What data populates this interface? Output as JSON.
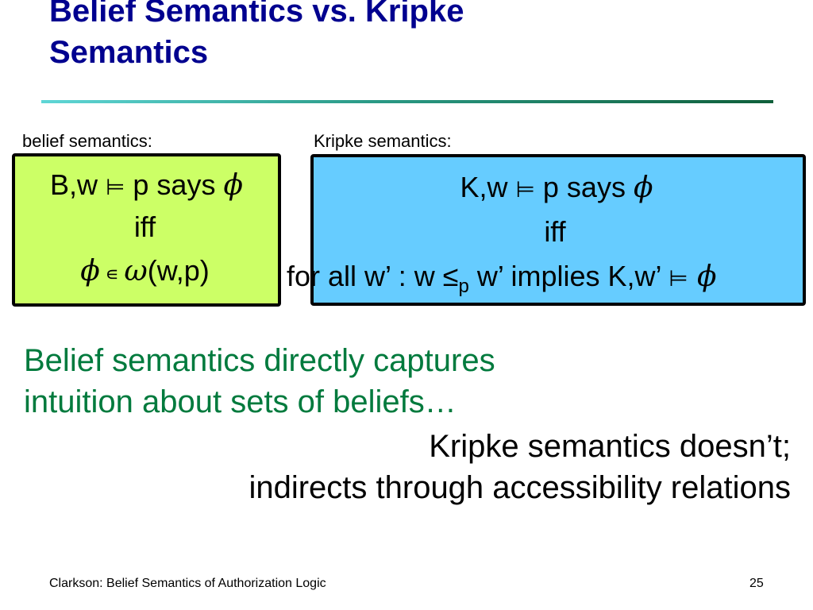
{
  "slide": {
    "title_line1": "Belief Semantics vs. Kripke",
    "title_line2": "Semantics",
    "belief_label": "belief semantics:",
    "kripke_label": "Kripke semantics:",
    "belief_box": {
      "l1_pre": "B,w ",
      "l1_models": "⊨",
      "l1_post": " p says ",
      "phi": "ϕ",
      "l2": "iff",
      "l3_phi": "ϕ",
      "l3_in": " ∊ ",
      "l3_omega": "ω",
      "l3_post": "(w,p)"
    },
    "kripke_box": {
      "l1_pre": "K,w ",
      "l1_models": "⊨",
      "l1_post": " p says ",
      "phi": "ϕ",
      "l2": "iff",
      "l3_pre": "for all w’ : w ≤",
      "l3_sub": "p",
      "l3_mid": " w’ implies K,w’ ",
      "l3_models": "⊨",
      "l3_phi": " ϕ"
    },
    "green_line1": "Belief semantics directly captures",
    "green_line2": "intuition about sets of beliefs…",
    "black_line1": "Kripke semantics doesn’t;",
    "black_line2": "indirects through accessibility relations",
    "footer_left": "Clarkson: Belief Semantics of Authorization Logic",
    "footer_right": "25"
  },
  "colors": {
    "title": "#00008f",
    "green_box": "#ccff66",
    "blue_box": "#66ccff",
    "green_text": "#007a3d"
  }
}
